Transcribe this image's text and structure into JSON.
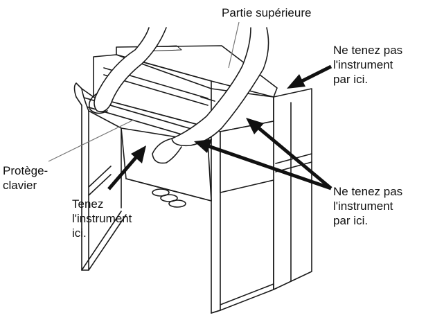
{
  "labels": {
    "top_part": "Partie supérieure",
    "warning_top_line1": "Ne tenez pas",
    "warning_top_line2": "l'instrument",
    "warning_top_line3": "par ici.",
    "key_cover_line1": "Protège-",
    "key_cover_line2": "clavier",
    "hold_here_line1": "Tenez",
    "hold_here_line2": "l'instrument",
    "hold_here_line3": "ici.",
    "warning_side_line1": "Ne tenez pas",
    "warning_side_line2": "l'instrument",
    "warning_side_line3": "par ici."
  },
  "colors": {
    "ink": "#111111",
    "leader": "#777777",
    "background": "#ffffff"
  }
}
